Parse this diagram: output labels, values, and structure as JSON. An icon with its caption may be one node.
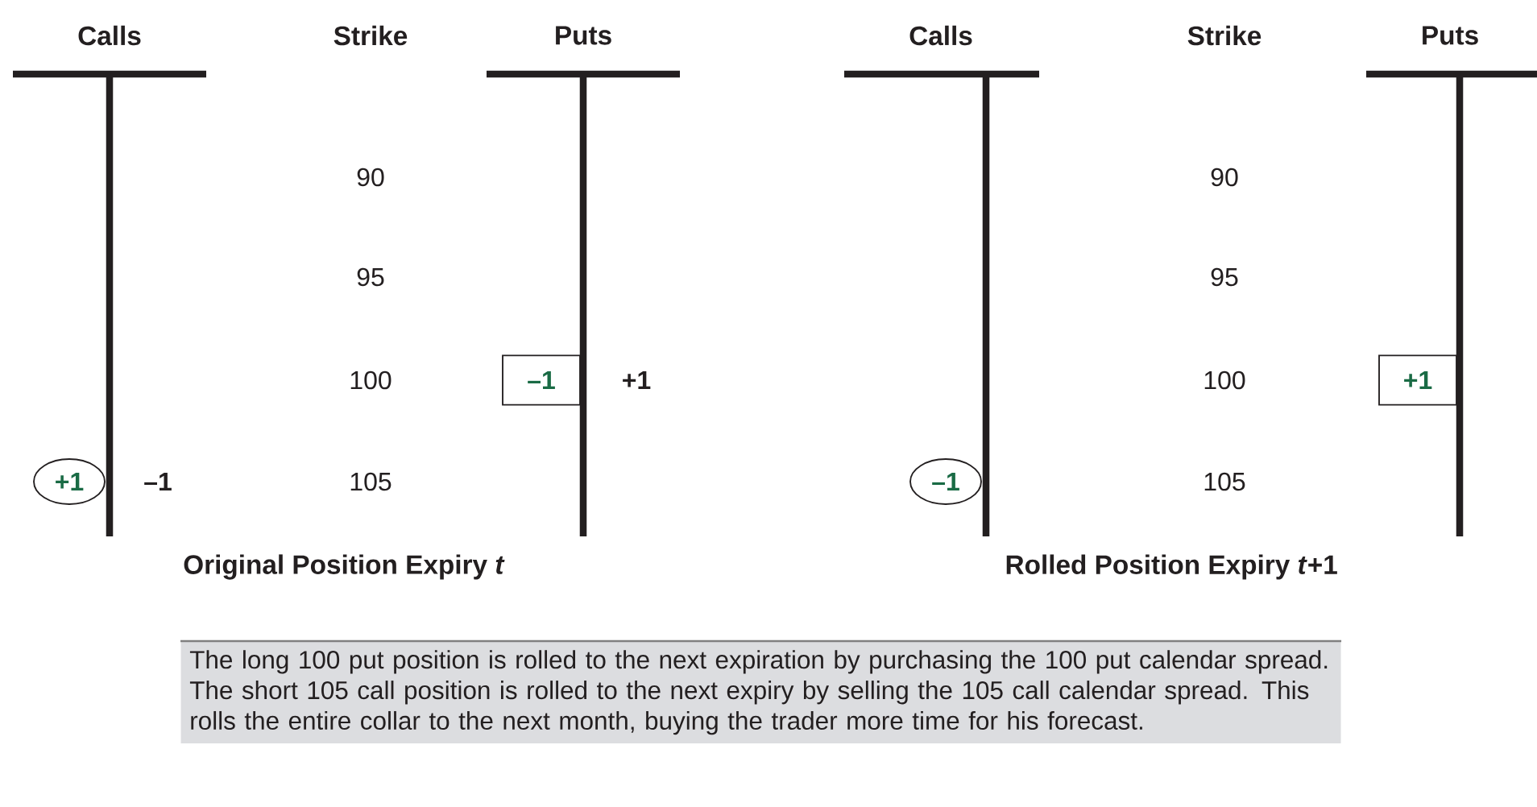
{
  "diagram": {
    "nodes": [
      {
        "text": [
          "–1"
        ]
      },
      {
        "text": [
          "+1"
        ]
      },
      {
        "text": [
          "+1"
        ]
      },
      {
        "text": [
          "–1"
        ]
      },
      {
        "text": [
          "The long 100 put position is rolled to the next expiration by purchasing the 100 put calendar spread. The short 105 call position is rolled to the next expiry by selling the 105 call calendar spread. This rolls the entire collar to the next month, buying the trader more time for his forecast."
        ]
      }
    ],
    "labels": [
      "Calls",
      "Strike",
      "Puts",
      "Calls",
      "Strike",
      "Puts",
      "90",
      "90",
      "95",
      "95",
      "100",
      "+1",
      "100",
      "–1",
      "105",
      "105",
      "Original Position Expiry *t*",
      "Rolled Position Expiry *t*+1"
    ]
  }
}
